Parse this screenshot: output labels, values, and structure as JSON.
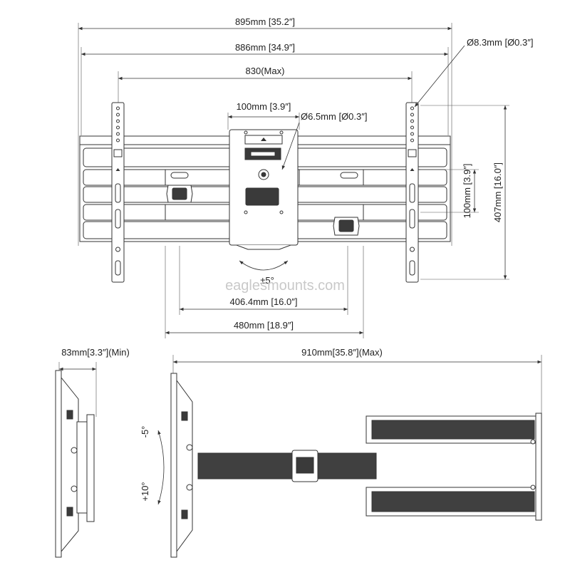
{
  "labels": {
    "overall_width": "895mm [35.2″]",
    "frame_width": "886mm [34.9″]",
    "max_span": "830(Max)",
    "plate_width": "100mm [3.9″]",
    "hole_large": "Ø8.3mm [Ø0.3″]",
    "hole_small": "Ø6.5mm [Ø0.3″]",
    "vesa_height": "100mm [3.9″]",
    "bracket_height": "407mm [16.0″]",
    "tilt_front": "±5°",
    "vesa_width": "406.4mm [16.0″]",
    "arm_spacing": "480mm [18.9″]",
    "min_depth": "83mm[3.3″](Min)",
    "max_extension": "910mm[35.8″](Max)",
    "tilt_up": "-5°",
    "tilt_down": "+10°"
  },
  "watermark": "eaglesmounts.com",
  "colors": {
    "line": "#333333",
    "fill_dark": "#3a3a3a",
    "watermark": "#c9c9c9"
  }
}
